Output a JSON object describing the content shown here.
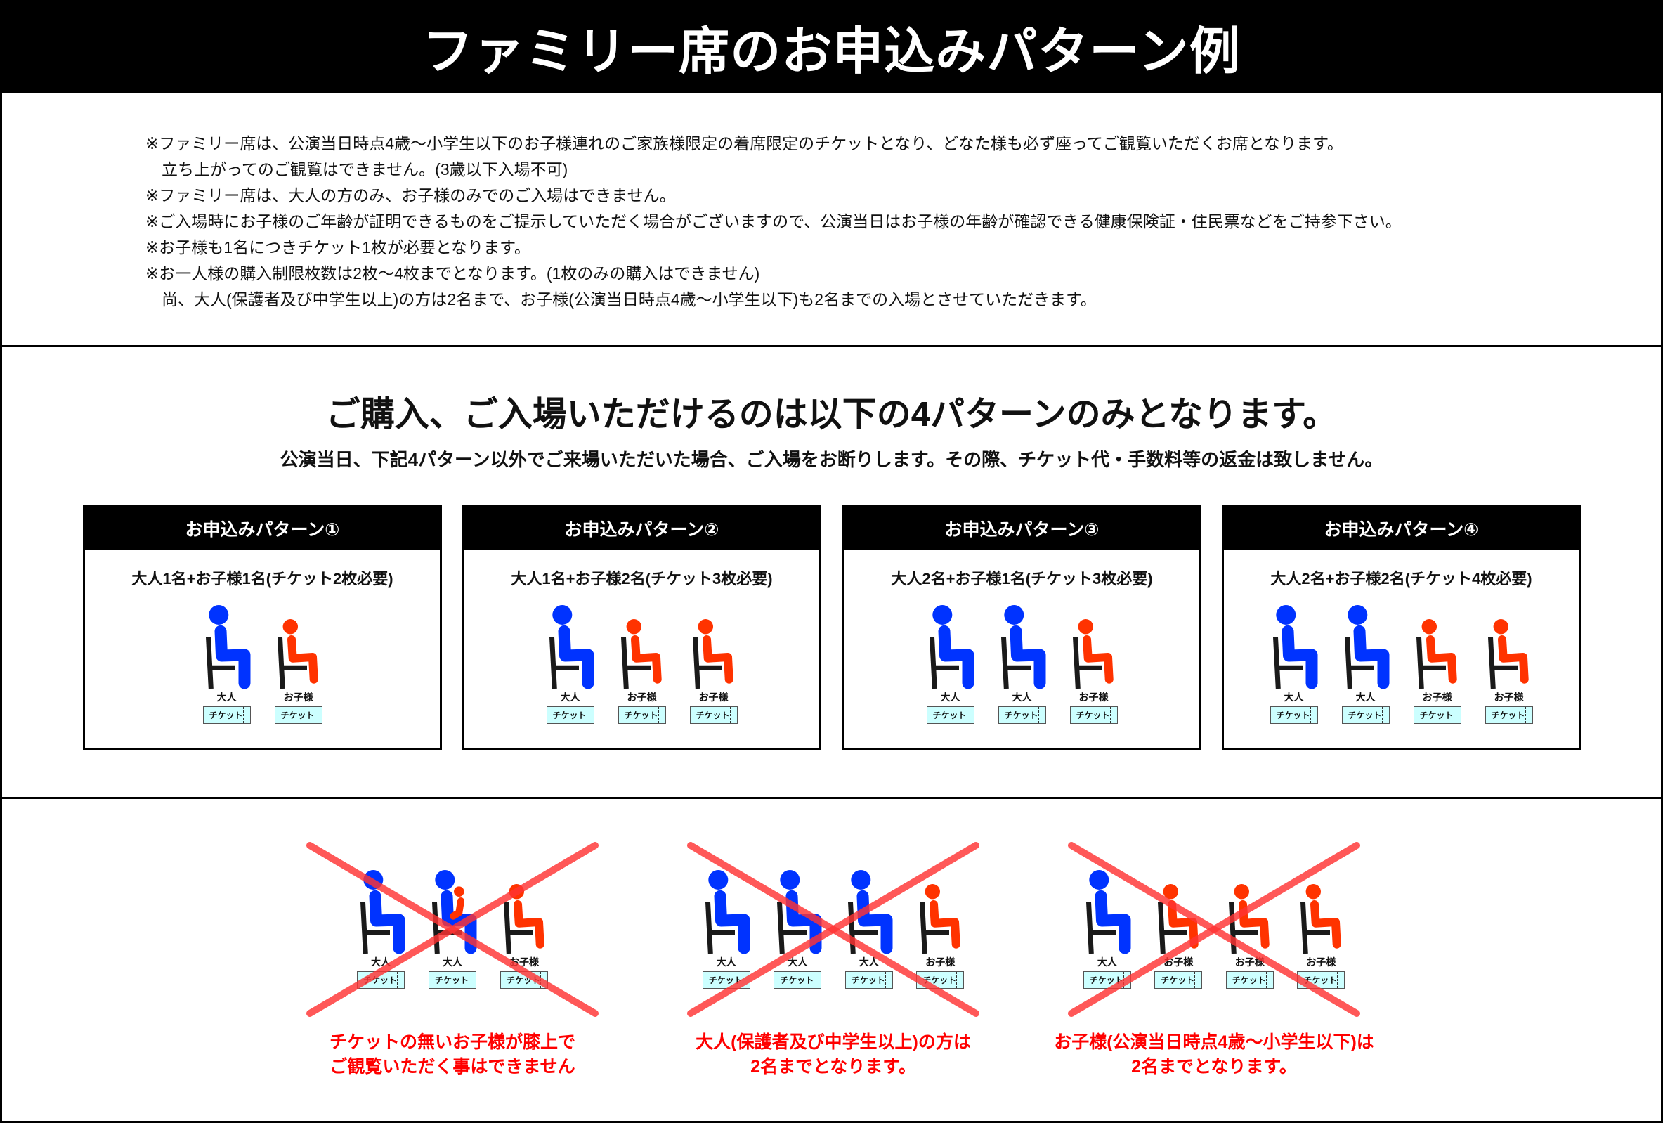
{
  "title": "ファミリー席のお申込みパターン例",
  "notes": [
    "※ファミリー席は、公演当日時点4歳〜小学生以下のお子様連れのご家族様限定の着席限定のチケットとなり、どなた様も必ず座ってご観覧いただくお席となります。",
    "　立ち上がってのご観覧はできません。(3歳以下入場不可)",
    "※ファミリー席は、大人の方のみ、お子様のみでのご入場はできません。",
    "※ご入場時にお子様のご年齢が証明できるものをご提示していただく場合がございますので、公演当日はお子様の年齢が確認できる健康保険証・住民票などをご持参下さい。",
    "※お子様も1名につきチケット1枚が必要となります。",
    "※お一人様の購入制限枚数は2枚〜4枚までとなります。(1枚のみの購入はできません)",
    "　尚、大人(保護者及び中学生以上)の方は2名まで、お子様(公演当日時点4歳〜小学生以下)も2名までの入場とさせていただきます。"
  ],
  "section2": {
    "heading": "ご購入、ご入場いただけるのは以下の4パターンのみとなります。",
    "subheading": "公演当日、下記4パターン以外でご来場いただいた場合、ご入場をお断りします。その際、チケット代・手数料等の返金は致しません。"
  },
  "labels": {
    "adult": "大人",
    "child": "お子様",
    "ticket": "チケット"
  },
  "colors": {
    "adult": "#0033ff",
    "child": "#ff3300",
    "chair": "#1a1a1a",
    "cross": "#ff3333",
    "warning": "#ff0000"
  },
  "patterns": [
    {
      "title": "お申込みパターン①",
      "caption": "大人1名+お子様1名(チケット2枚必要)",
      "people": [
        "adult",
        "child"
      ]
    },
    {
      "title": "お申込みパターン②",
      "caption": "大人1名+お子様2名(チケット3枚必要)",
      "people": [
        "adult",
        "child",
        "child"
      ]
    },
    {
      "title": "お申込みパターン③",
      "caption": "大人2名+お子様1名(チケット3枚必要)",
      "people": [
        "adult",
        "adult",
        "child"
      ]
    },
    {
      "title": "お申込みパターン④",
      "caption": "大人2名+お子様2名(チケット4枚必要)",
      "people": [
        "adult",
        "adult",
        "child",
        "child"
      ]
    }
  ],
  "invalid_examples": [
    {
      "people": [
        "adult",
        "adult-with-lap-child",
        "child"
      ],
      "caption": [
        "チケットの無いお子様が膝上で",
        "ご観覧いただく事はできません"
      ]
    },
    {
      "people": [
        "adult",
        "adult",
        "adult",
        "child"
      ],
      "caption": [
        "大人(保護者及び中学生以上)の方は",
        "2名までとなります。"
      ]
    },
    {
      "people": [
        "adult",
        "child",
        "child",
        "child"
      ],
      "caption": [
        "お子様(公演当日時点4歳〜小学生以下)は",
        "2名までとなります。"
      ]
    }
  ]
}
